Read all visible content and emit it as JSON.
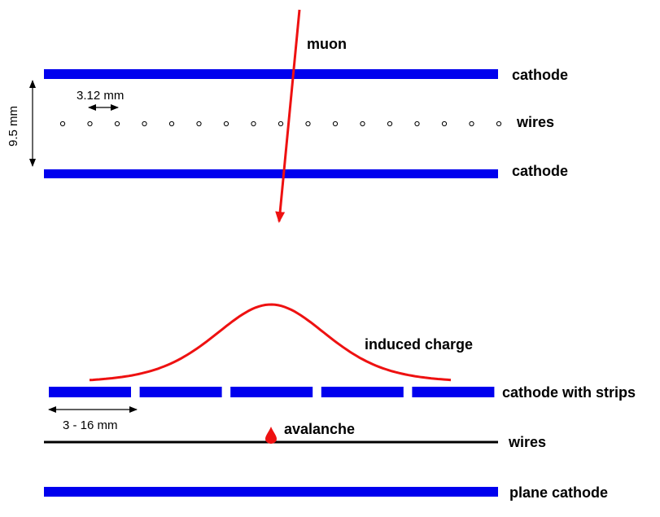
{
  "upper": {
    "label_top_cathode": "cathode",
    "label_wires": "wires",
    "label_bottom_cathode": "cathode",
    "label_muon": "muon",
    "dim_gap": "9.5 mm",
    "dim_pitch": "3.12 mm",
    "wire_count": 17
  },
  "lower": {
    "label_induced_charge": "induced charge",
    "label_strips": "cathode with strips",
    "label_wires": "wires",
    "label_avalanche": "avalanche",
    "label_plane_cathode": "plane cathode",
    "dim_strip_width": "3 - 16 mm",
    "strip_count": 5
  },
  "colors": {
    "cathode": "#0000ee",
    "track": "#ee1111",
    "wire": "#000000"
  }
}
